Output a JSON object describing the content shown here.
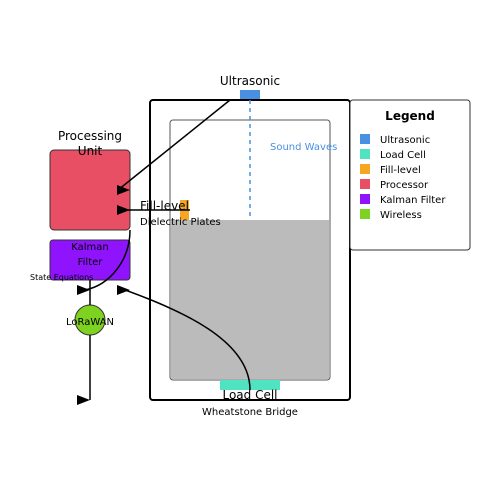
{
  "labels": {
    "ultrasonic": "Ultrasonic",
    "processing_unit_line1": "Processing",
    "processing_unit_line2": "Unit",
    "sound_waves": "Sound Waves",
    "fill_level": "Fill-level",
    "dielectric_plates": "Dielectric Plates",
    "kalman_line1": "Kalman",
    "kalman_line2": "Filter",
    "state_equations": "State Equations",
    "lorawan": "LoRaWAN",
    "load_cell": "Load Cell",
    "wheatstone_bridge": "Wheatstone Bridge"
  },
  "legend": {
    "title": "Legend",
    "items": [
      {
        "label": "Ultrasonic",
        "color": "#4a90e2"
      },
      {
        "label": "Load Cell",
        "color": "#50e3c2"
      },
      {
        "label": "Fill-level",
        "color": "#f5a623"
      },
      {
        "label": "Processor",
        "color": "#e94f64"
      },
      {
        "label": "Kalman Filter",
        "color": "#9013fe"
      },
      {
        "label": "Wireless",
        "color": "#7ed321"
      }
    ]
  },
  "colors": {
    "ultrasonic": "#4a90e2",
    "load_cell": "#50e3c2",
    "fill_level": "#f5a623",
    "processor": "#e94f64",
    "kalman": "#9013fe",
    "wireless": "#7ed321",
    "liquid": "#bbbbbb"
  }
}
